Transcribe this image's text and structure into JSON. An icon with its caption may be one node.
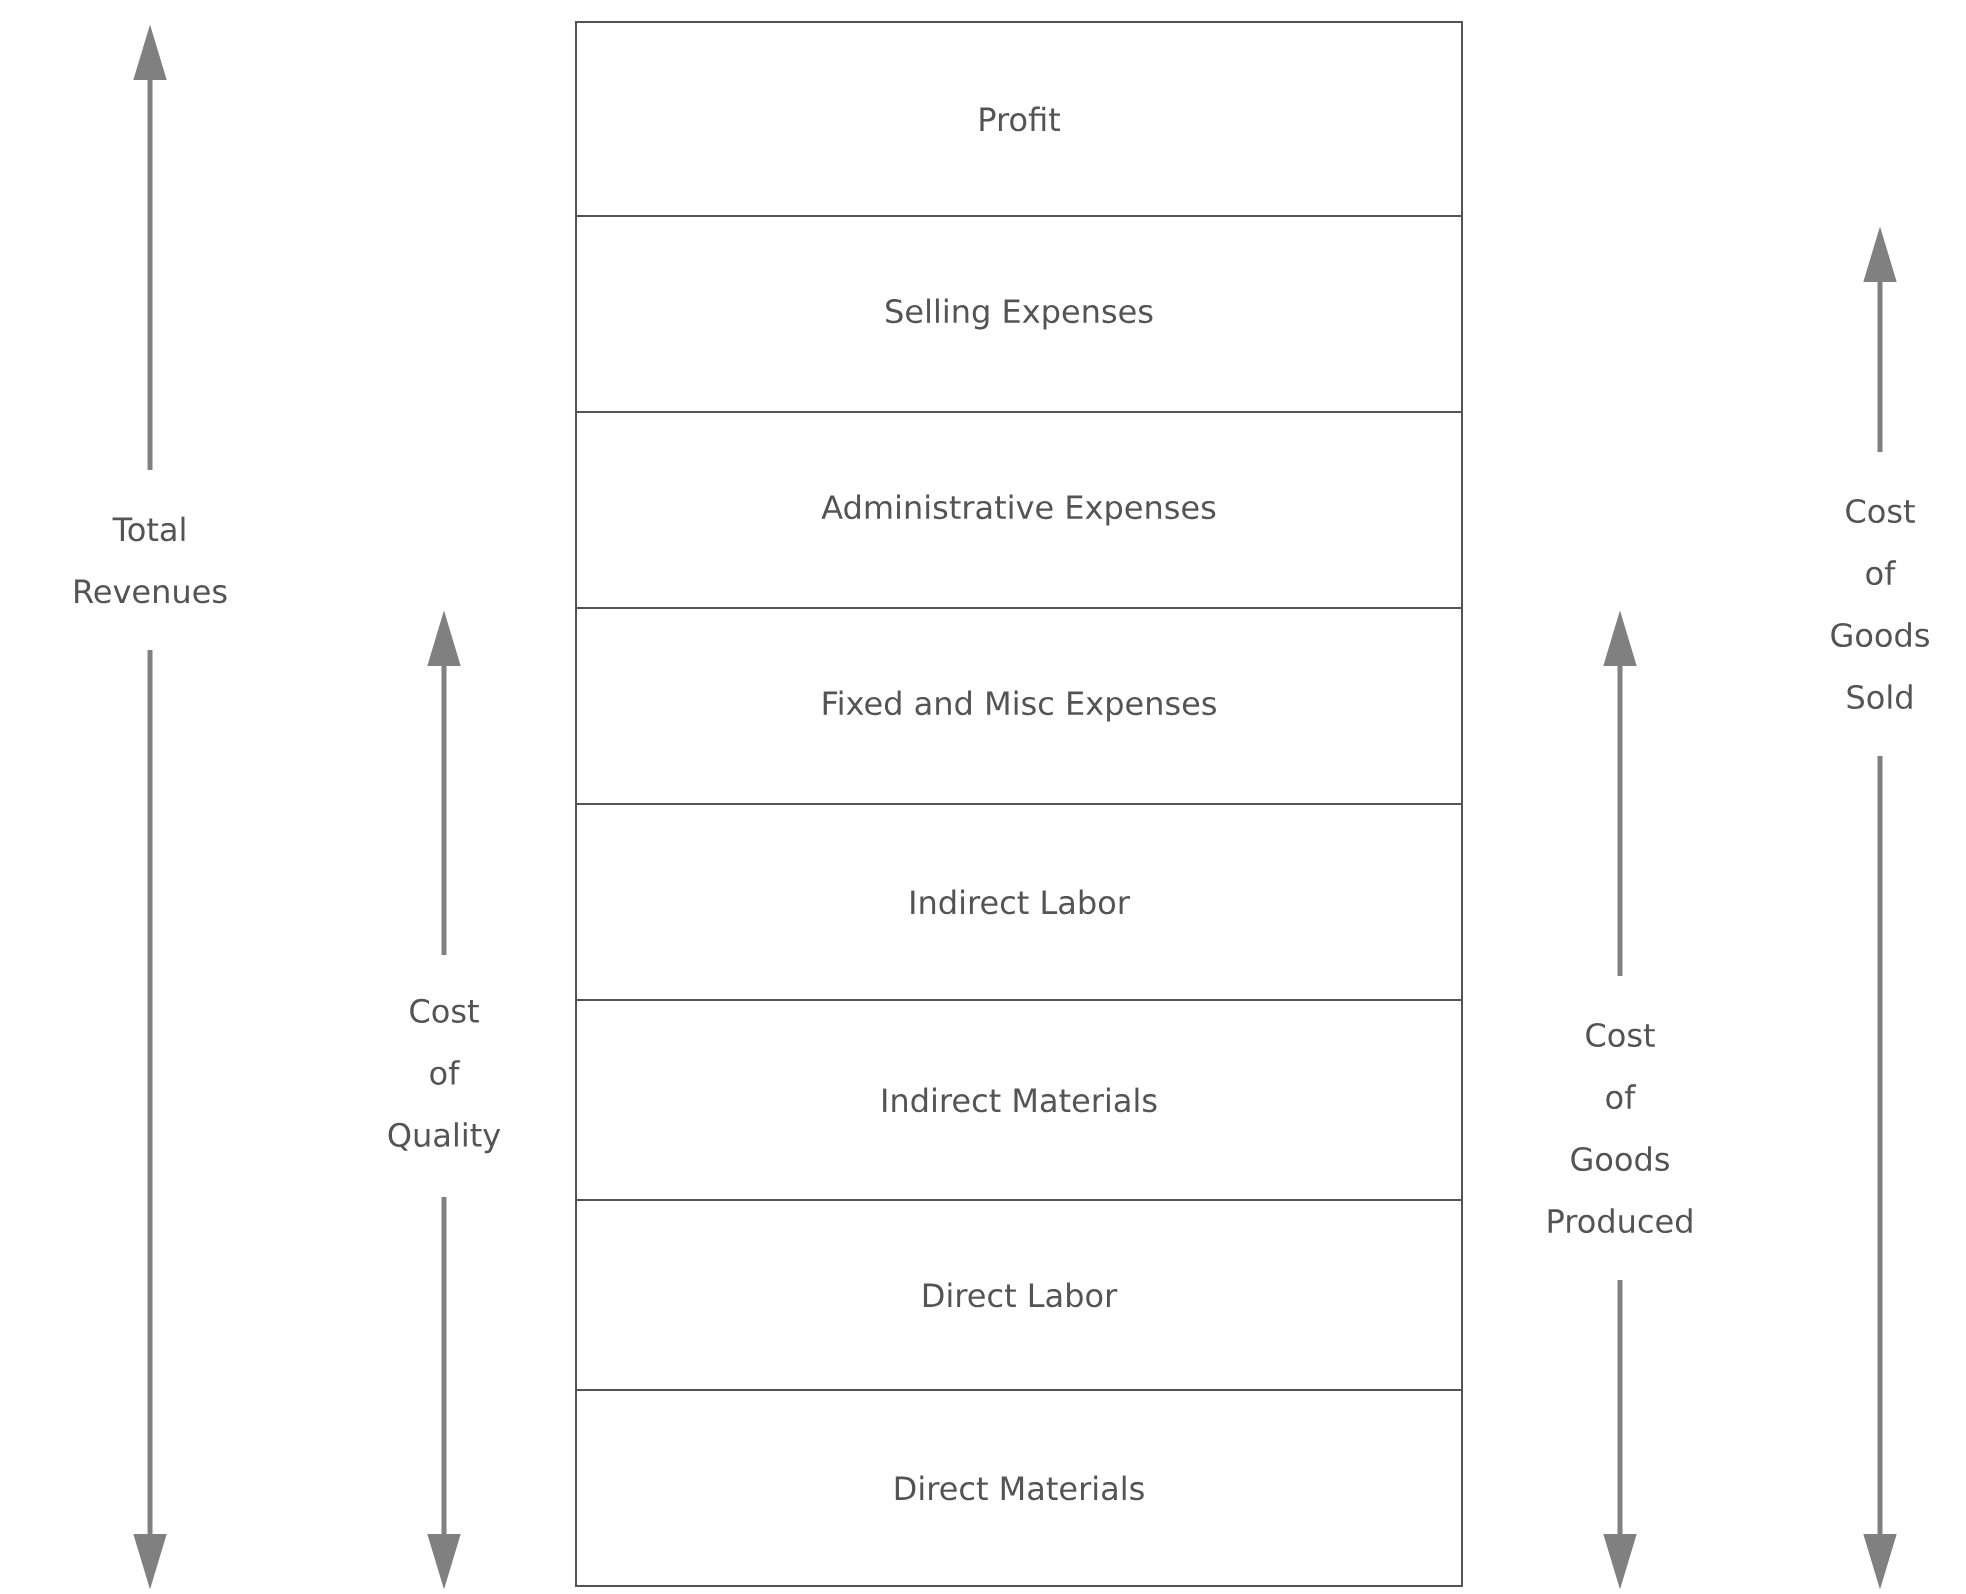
{
  "diagram": {
    "nodes": [
      {
        "text": [
          "Profit"
        ]
      },
      {
        "text": [
          "Selling Expenses"
        ]
      },
      {
        "text": [
          "Administrative Expenses"
        ]
      },
      {
        "text": [
          "Fixed and Misc Expenses"
        ]
      },
      {
        "text": [
          "Indirect Labor"
        ]
      },
      {
        "text": [
          "Indirect Materials"
        ]
      },
      {
        "text": [
          "Direct Labor"
        ]
      },
      {
        "text": [
          "Direct Materials"
        ]
      }
    ],
    "labels": [
      "Total Revenues",
      "Cost of Quality",
      "Cost of Goods Produced",
      "Cost of Goods Sold"
    ]
  }
}
